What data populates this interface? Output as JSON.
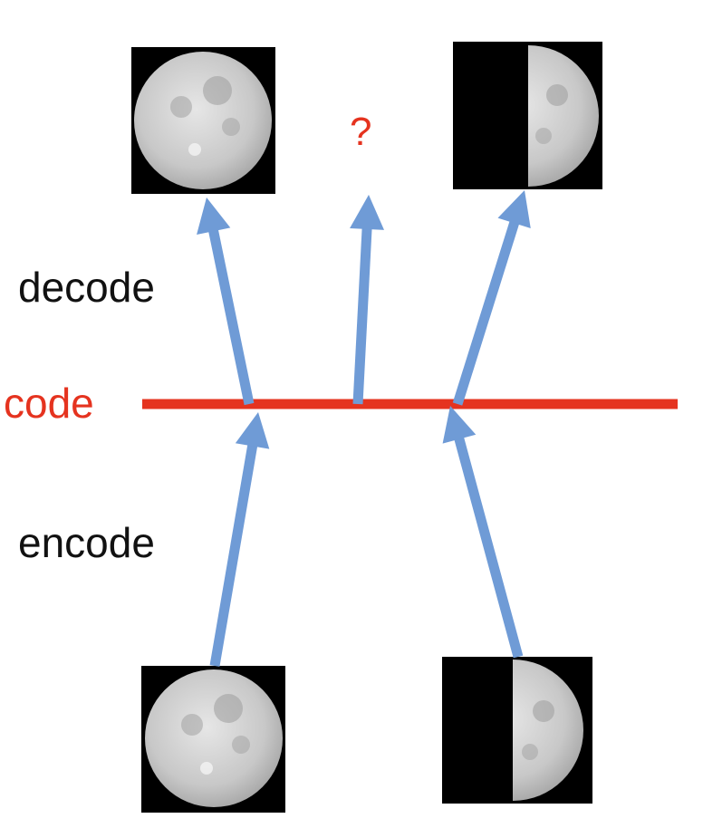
{
  "labels": {
    "decode": "decode",
    "code": "code",
    "encode": "encode",
    "unknown": "?"
  },
  "colors": {
    "arrow": "#6f9bd6",
    "code_line": "#e5331f",
    "code_text": "#e5331f",
    "question_mark": "#e5331f",
    "image_background": "#000000",
    "moon_light": "#d4d4d4",
    "moon_shadow": "#9c9c9c"
  },
  "images": {
    "output_full_moon": "full-moon-image",
    "output_half_moon": "half-moon-image",
    "input_full_moon": "full-moon-image",
    "input_half_moon": "half-moon-image"
  }
}
